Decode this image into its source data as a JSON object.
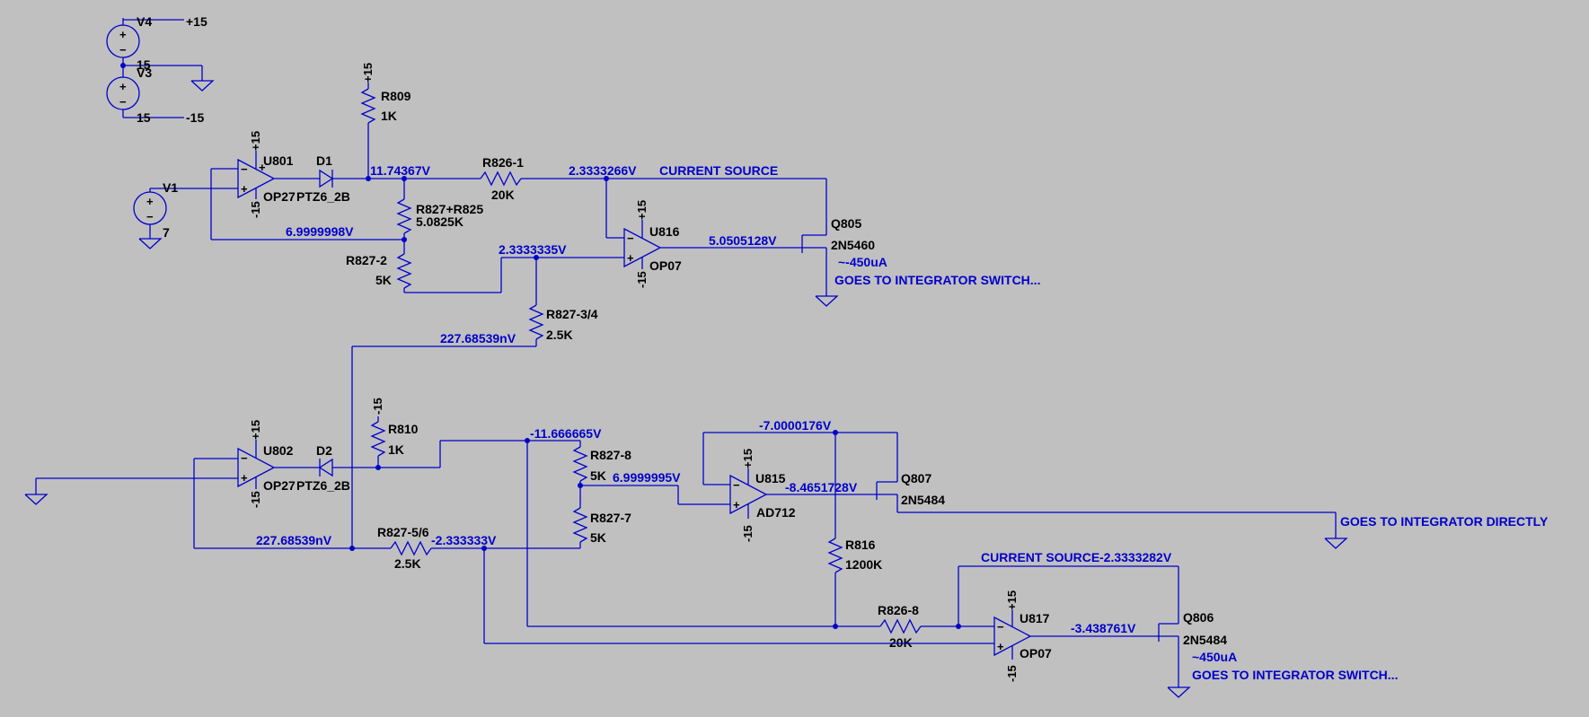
{
  "sources": {
    "v4": "V4",
    "v4_plus": "+15",
    "v3": "V3",
    "v3_value": "15",
    "v4_value": "15",
    "v3_bottom": "15",
    "v3_minus": "-15",
    "v1": "V1",
    "v1_value": "7"
  },
  "components": {
    "u801": "U801",
    "u801_model": "OP27",
    "d1": "D1",
    "d1_model": "PTZ6_2B",
    "r809": "R809",
    "r809_value": "1K",
    "r826_1": "R826-1",
    "r826_1_value": "20K",
    "r827_r825": "R827+R825",
    "r827_r825_value": "5.0825K",
    "r827_2": "R827-2",
    "r827_2_value": "5K",
    "u816": "U816",
    "u816_model": "OP07",
    "q805": "Q805",
    "q805_model": "2N5460",
    "r827_34": "R827-3/4",
    "r827_34_value": "2.5K",
    "u802": "U802",
    "u802_model": "OP27",
    "d2": "D2",
    "d2_model": "PTZ6_2B",
    "r810": "R810",
    "r810_value": "1K",
    "r827_8": "R827-8",
    "r827_8_value": "5K",
    "r827_7": "R827-7",
    "r827_7_value": "5K",
    "r827_56": "R827-5/6",
    "r827_56_value": "2.5K",
    "u815": "U815",
    "u815_model": "AD712",
    "q807": "Q807",
    "q807_model": "2N5484",
    "r816": "R816",
    "r816_value": "1200K",
    "r826_8": "R826-8",
    "r826_8_value": "20K",
    "u817": "U817",
    "u817_model": "OP07",
    "q806": "Q806",
    "q806_model": "2N5484"
  },
  "supply": {
    "pos": "+15",
    "neg": "-15"
  },
  "nets": {
    "n1": "11.74367V",
    "n2": "2.3333266V",
    "n3": "6.9999998V",
    "n4": "2.3333335V",
    "n5": "5.0505128V",
    "n6": "227.68539nV",
    "n7": "-11.666665V",
    "n8": "-7.0000176V",
    "n9": "6.9999995V",
    "n10": "-8.4651728V",
    "n11": "227.68539nV",
    "n12": "-2.333333V",
    "n13": "-3.438761V",
    "n14": "-2.3333282V"
  },
  "notes": {
    "current_source_1": "CURRENT SOURCE",
    "current_source_2": "CURRENT SOURCE",
    "ua_1": "~-450uA",
    "goes_1": "GOES TO INTEGRATOR SWITCH...",
    "goes_direct": "GOES TO INTEGRATOR DIRECTLY",
    "ua_2": "~450uA",
    "goes_2": "GOES TO INTEGRATOR SWITCH..."
  }
}
